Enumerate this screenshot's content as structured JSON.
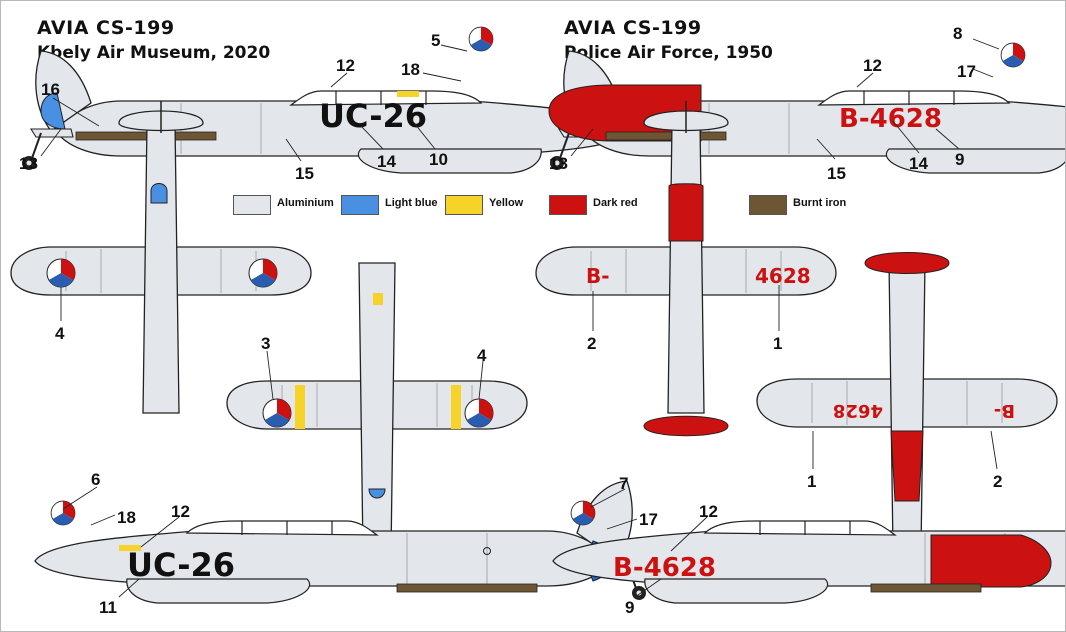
{
  "left_scheme": {
    "title": "AVIA CS-199",
    "subtitle": "Kbely Air Museum, 2020",
    "registration": "UC-26"
  },
  "right_scheme": {
    "title": "AVIA CS-199",
    "subtitle": "Police Air Force, 1950",
    "registration": "B-4628",
    "wing_code_left": "B-",
    "wing_code_right": "4628"
  },
  "legend": [
    {
      "label": "Aluminium",
      "color": "#e3e7eb"
    },
    {
      "label": "Light blue",
      "color": "#4a90e2"
    },
    {
      "label": "Yellow",
      "color": "#f5d327"
    },
    {
      "label": "Dark red",
      "color": "#cc1111"
    },
    {
      "label": "Burnt iron",
      "color": "#6e5533"
    }
  ],
  "callouts": {
    "left_side_top": [
      "16",
      "13",
      "12",
      "18",
      "5",
      "15",
      "14",
      "10"
    ],
    "right_side_top": [
      "13",
      "12",
      "8",
      "17",
      "15",
      "14",
      "9"
    ],
    "left_plan": [
      "4",
      "3",
      "4"
    ],
    "right_plan": [
      "2",
      "1",
      "1",
      "2"
    ],
    "left_side_bottom": [
      "6",
      "18",
      "12",
      "11"
    ],
    "right_side_bottom": [
      "7",
      "17",
      "12",
      "9"
    ]
  }
}
